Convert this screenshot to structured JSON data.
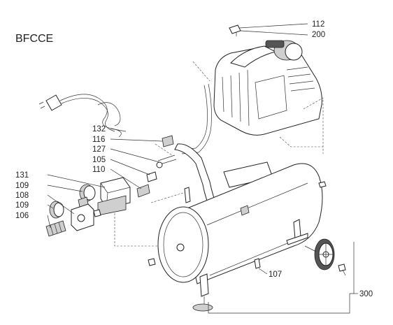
{
  "title": "BFCCE",
  "callouts": {
    "p112": "112",
    "p200": "200",
    "p132": "132",
    "p116": "116",
    "p127": "127",
    "p105": "105",
    "p110": "110",
    "p131": "131",
    "p109a": "109",
    "p108": "108",
    "p109b": "109",
    "p106": "106",
    "p107": "107",
    "p300": "300"
  }
}
